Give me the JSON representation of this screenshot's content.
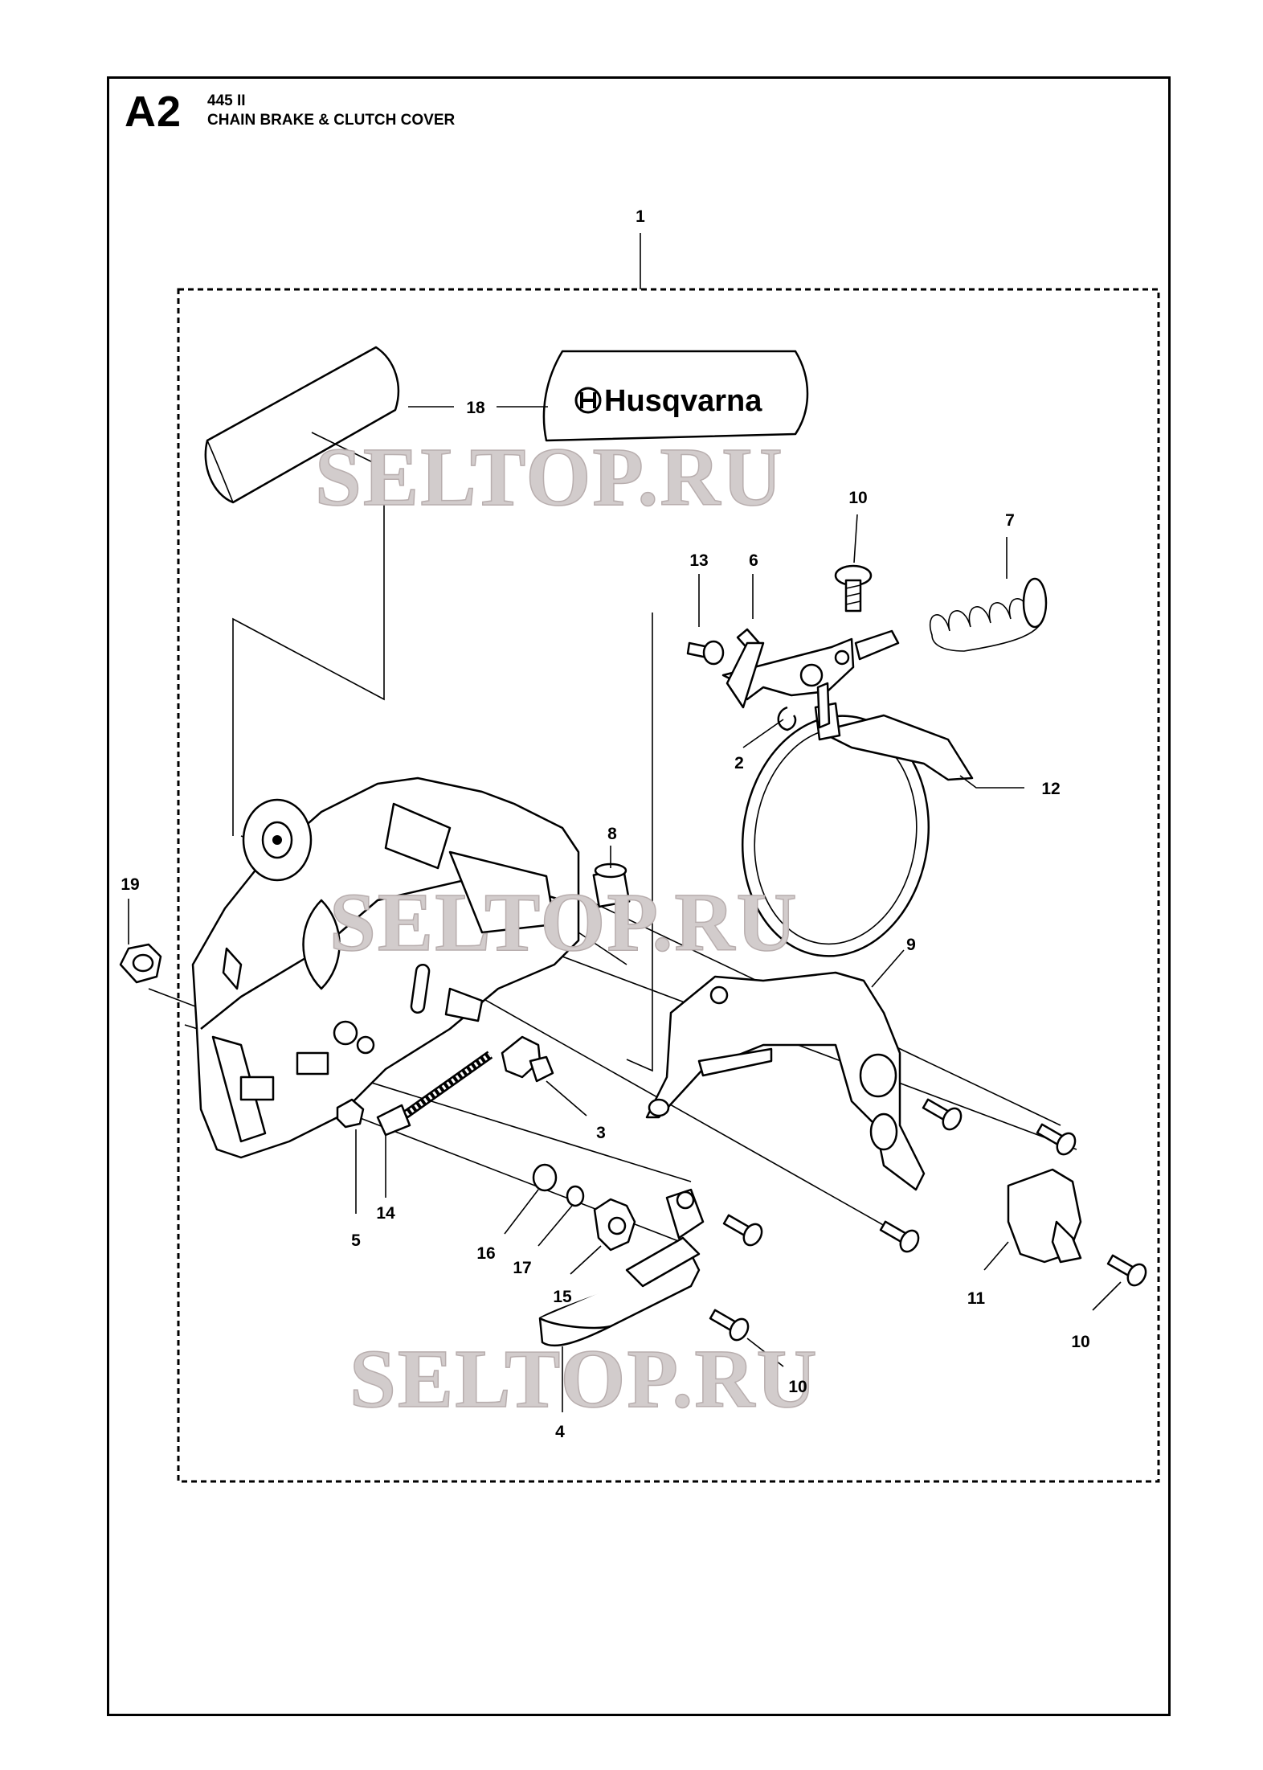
{
  "header": {
    "section_code": "A2",
    "model": "445 II",
    "title": "CHAIN BRAKE & CLUTCH COVER"
  },
  "decal": {
    "brand": "Husqvarna"
  },
  "watermarks": [
    "SELTOP.RU",
    "SELTOP.RU",
    "SELTOP.RU"
  ],
  "callouts": [
    "1",
    "18",
    "10",
    "7",
    "13",
    "6",
    "2",
    "12",
    "8",
    "19",
    "9",
    "3",
    "5",
    "14",
    "16",
    "17",
    "15",
    "11",
    "10",
    "10",
    "4"
  ]
}
